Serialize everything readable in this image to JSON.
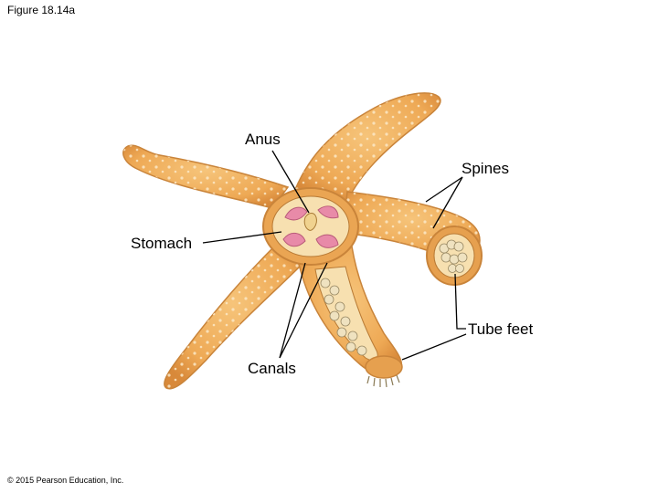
{
  "figure_title": "Figure 18.14a",
  "labels": {
    "anus": "Anus",
    "spines": "Spines",
    "stomach": "Stomach",
    "tube_feet": "Tube feet",
    "canals": "Canals"
  },
  "copyright": "© 2015 Pearson Education, Inc.",
  "colors": {
    "body": "#f0b05e",
    "body_shade": "#d98f3e",
    "cut_surface": "#f7e0b0",
    "stomach": "#e88aa8",
    "canal": "#efe2c0",
    "leader_line": "#000000"
  }
}
